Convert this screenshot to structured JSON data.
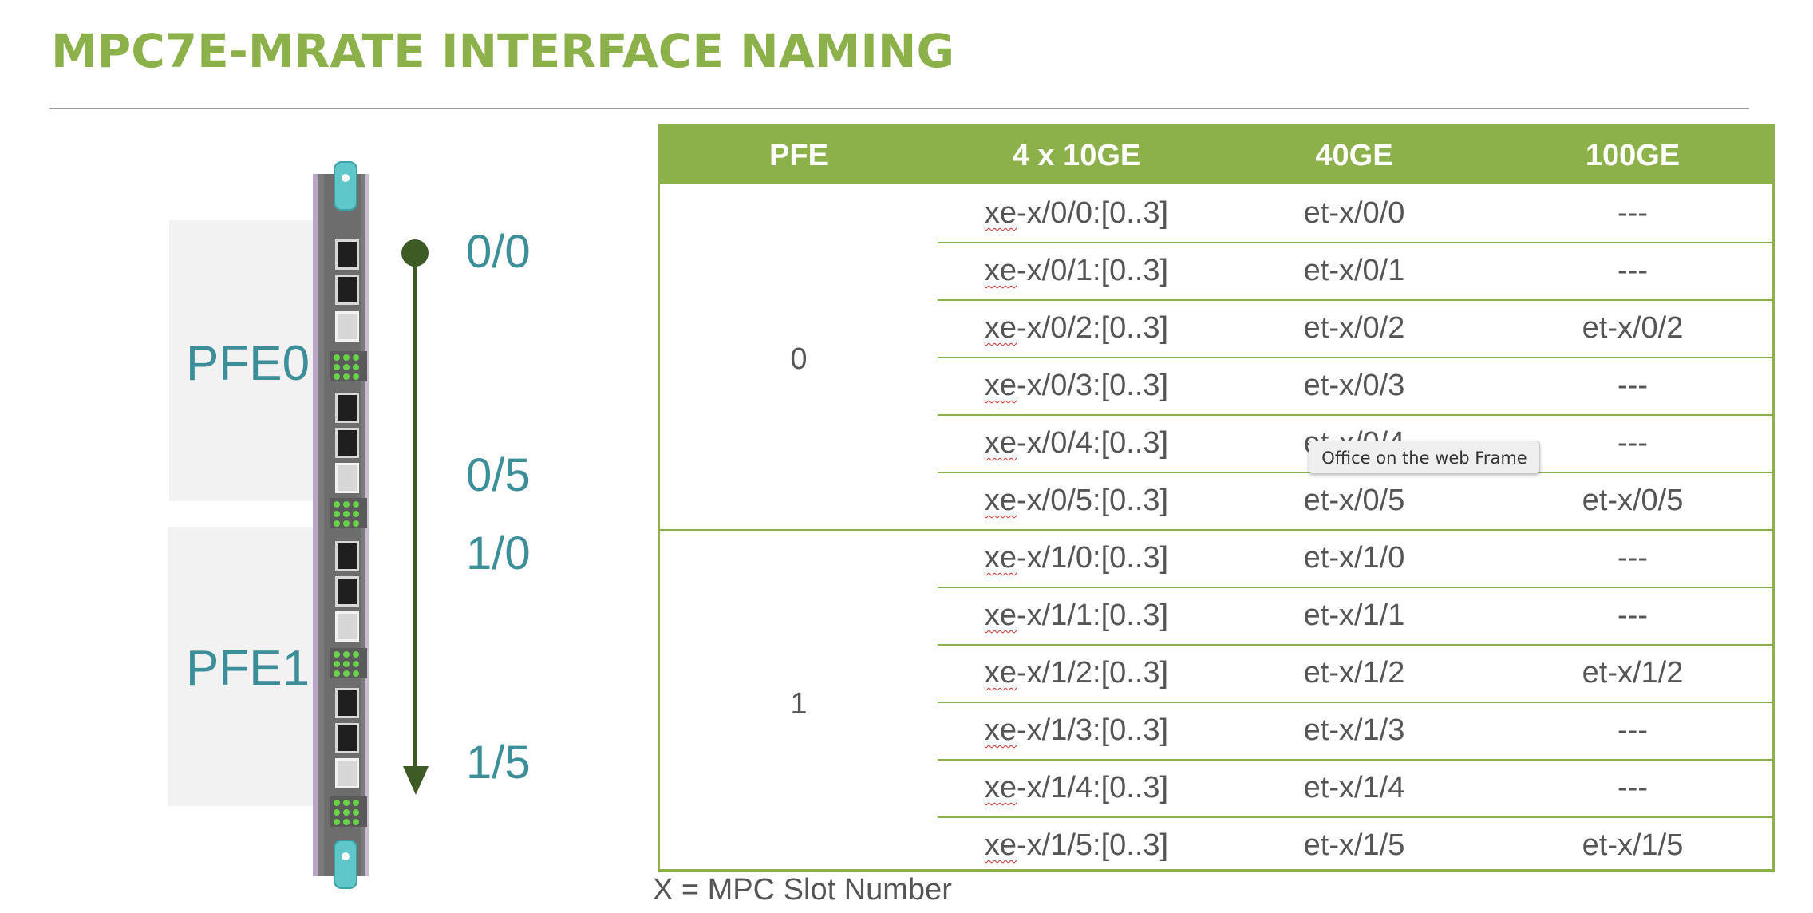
{
  "slide": {
    "title": "MPC7E-MRATE INTERFACE NAMING",
    "footnote": "X = MPC Slot Number"
  },
  "diagram": {
    "pfe0_label": "PFE0",
    "pfe1_label": "PFE1",
    "port_labels": [
      "0/0",
      "0/5",
      "1/0",
      "1/5"
    ],
    "accent_color": "#3c8e99",
    "arrow_color": "#3e5a25"
  },
  "table": {
    "header_color": "#8cb04a",
    "headers": [
      "PFE",
      "4 x 10GE",
      "40GE",
      "100GE"
    ],
    "groups": [
      {
        "pfe": "0",
        "rows": [
          {
            "xe": "xe",
            "xe_rest": "-x/0/0:[0..3]",
            "et40": "et-x/0/0",
            "et100": "---"
          },
          {
            "xe": "xe",
            "xe_rest": "-x/0/1:[0..3]",
            "et40": "et-x/0/1",
            "et100": "---"
          },
          {
            "xe": "xe",
            "xe_rest": "-x/0/2:[0..3]",
            "et40": "et-x/0/2",
            "et100": "et-x/0/2"
          },
          {
            "xe": "xe",
            "xe_rest": "-x/0/3:[0..3]",
            "et40": "et-x/0/3",
            "et100": "---"
          },
          {
            "xe": "xe",
            "xe_rest": "-x/0/4:[0..3]",
            "et40": "et-x/0/4",
            "et100": "---"
          },
          {
            "xe": "xe",
            "xe_rest": "-x/0/5:[0..3]",
            "et40": "et-x/0/5",
            "et100": "et-x/0/5"
          }
        ]
      },
      {
        "pfe": "1",
        "rows": [
          {
            "xe": "xe",
            "xe_rest": "-x/1/0:[0..3]",
            "et40": "et-x/1/0",
            "et100": "---"
          },
          {
            "xe": "xe",
            "xe_rest": "-x/1/1:[0..3]",
            "et40": "et-x/1/1",
            "et100": "---"
          },
          {
            "xe": "xe",
            "xe_rest": "-x/1/2:[0..3]",
            "et40": "et-x/1/2",
            "et100": "et-x/1/2"
          },
          {
            "xe": "xe",
            "xe_rest": "-x/1/3:[0..3]",
            "et40": "et-x/1/3",
            "et100": "---"
          },
          {
            "xe": "xe",
            "xe_rest": "-x/1/4:[0..3]",
            "et40": "et-x/1/4",
            "et100": "---"
          },
          {
            "xe": "xe",
            "xe_rest": "-x/1/5:[0..3]",
            "et40": "et-x/1/5",
            "et100": "et-x/1/5"
          }
        ]
      }
    ]
  },
  "tooltip": {
    "text": "Office on the web Frame"
  }
}
